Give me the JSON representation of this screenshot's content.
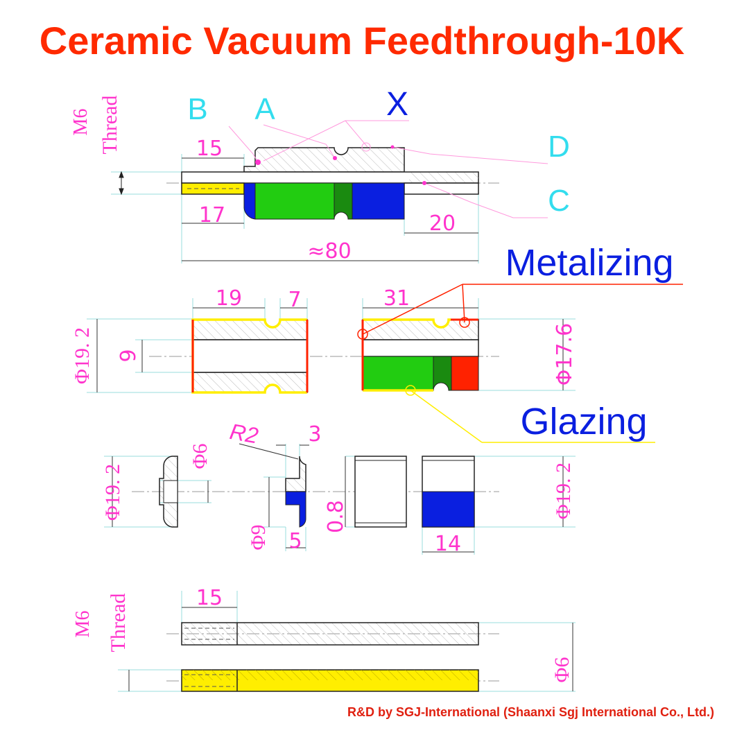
{
  "title": "Ceramic Vacuum Feedthrough-10K",
  "colors": {
    "title": "#ff2a00",
    "dimension": "#ff33cc",
    "extension": "#99dddd",
    "part_label": "#33ddee",
    "callout_blue": "#0a1fe0",
    "ceramic_green": "#22cc11",
    "metal_blue": "#0a1fe0",
    "metalizing_red": "#ff2200",
    "glazing_yellow": "#ffee00"
  },
  "part_labels": {
    "b": "B",
    "a": "A",
    "x": "X",
    "d": "D",
    "c": "C"
  },
  "callouts": {
    "metalizing": "Metalizing",
    "glazing": "Glazing"
  },
  "dimensions": {
    "assembly": {
      "thread_size": "M6",
      "thread_word": "Thread",
      "d15": "15",
      "d17": "17",
      "d20": "20",
      "d80": "≈80"
    },
    "ceramic": {
      "d19": "19",
      "d7": "7",
      "d31": "31",
      "dia19_2": "Φ19. 2",
      "d9": "9",
      "dia17_6": "Φ17.6"
    },
    "cups": {
      "r2": "R2",
      "d3": "3",
      "dia19_2": "Φ19. 2",
      "dia6": "Φ6",
      "dia9": "Φ9",
      "d5": "5",
      "d0_8": "0.8",
      "d14": "14",
      "dia19_2_right": "Φ19. 2"
    },
    "pin": {
      "thread_size": "M6",
      "thread_word": "Thread",
      "d15": "15",
      "dia6": "Φ6"
    }
  },
  "credit": "R&D by SGJ-International (Shaanxi Sgj International Co., Ltd.)"
}
